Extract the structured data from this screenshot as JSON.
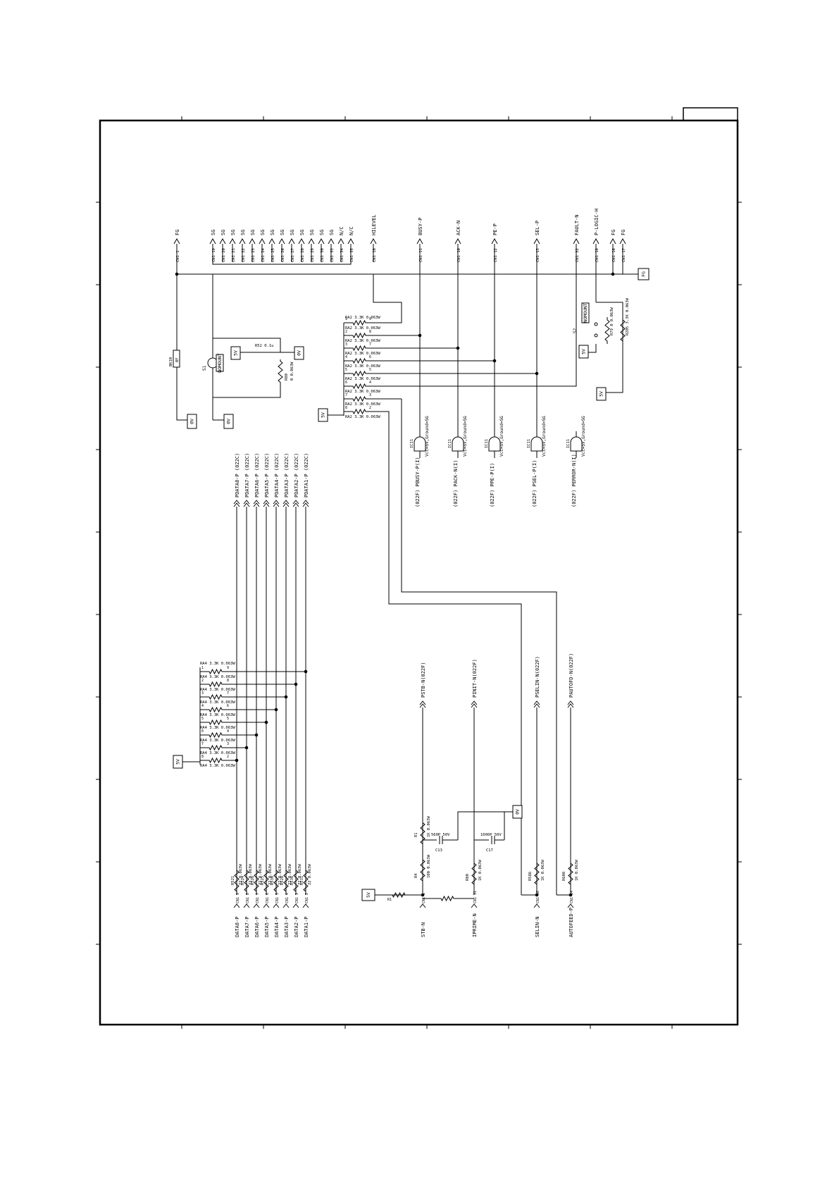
{
  "connector_top": {
    "pins": [
      {
        "pin": "CN1 1",
        "net": "FG"
      },
      {
        "pin": "CN1 19",
        "net": "SG"
      },
      {
        "pin": "CN1 20",
        "net": "SG"
      },
      {
        "pin": "CN1 21",
        "net": "SG"
      },
      {
        "pin": "CN1 22",
        "net": "SG"
      },
      {
        "pin": "CN1 23",
        "net": "SG"
      },
      {
        "pin": "CN1 24",
        "net": "SG"
      },
      {
        "pin": "CN1 25",
        "net": "SG"
      },
      {
        "pin": "CN1 26",
        "net": "SG"
      },
      {
        "pin": "CN1 27",
        "net": "SG"
      },
      {
        "pin": "CN1 28",
        "net": "SG"
      },
      {
        "pin": "CN1 29",
        "net": "SG"
      },
      {
        "pin": "CN1 30",
        "net": "SG"
      },
      {
        "pin": "CN1 33",
        "net": "SG"
      },
      {
        "pin": "CN1 34",
        "net": "N/C"
      },
      {
        "pin": "CN1 35",
        "net": "N/C"
      },
      {
        "pin": "CN1 18",
        "net": "HILEVEL"
      },
      {
        "pin": "CN1 11",
        "net": "BUSY-P"
      },
      {
        "pin": "CN1 10",
        "net": "ACK-N"
      },
      {
        "pin": "CN1 12",
        "net": "PE-P"
      },
      {
        "pin": "CN1 13",
        "net": "SEL-P"
      },
      {
        "pin": "CN1 32",
        "net": "FAULT-N"
      },
      {
        "pin": "CN1 18",
        "net": "P-LOGIC-H"
      },
      {
        "pin": "CN1 16",
        "net": "FG"
      },
      {
        "pin": "CN1 17",
        "net": "FG"
      }
    ]
  },
  "fg_tag": "FG",
  "parts": {
    "ferrite": {
      "ref": "BK10",
      "value": "BF"
    },
    "s1": {
      "ref": "S1",
      "tag": "NOMOUNT"
    },
    "r52": {
      "ref": "R52",
      "value": "0.1u"
    },
    "r80": {
      "ref": "R80",
      "value": "0 0.063W"
    },
    "s2": {
      "ref": "S2",
      "tag": "NOMOUNT"
    },
    "r79": {
      "ref": "R79",
      "value": "0 0.063W"
    },
    "r205": {
      "ref": "R205",
      "value": "3.3K 0.063W"
    },
    "c13": {
      "ref": "C13",
      "value": "560P 50V"
    },
    "c17": {
      "ref": "C17",
      "value": "1000P 50V"
    },
    "r1": {
      "ref": "R1",
      "value": "1K 0.063W"
    },
    "r4": {
      "ref": "R4",
      "value": "100 0.063W"
    },
    "r80b": {
      "ref": "R80",
      "value": "1K 0.063W"
    },
    "r586": {
      "ref": "R586",
      "value": "1K 0.063W"
    },
    "r608": {
      "ref": "R608",
      "value": "1K 0.063W"
    }
  },
  "power_tags": {
    "v5": "5V",
    "v0": "0V"
  },
  "resistor_array_top": {
    "ref": "RA2",
    "value": "3.3K 0.063W",
    "label": "RA2 3.3K 0.063W"
  },
  "resistor_array_bottom": {
    "ref": "RA4",
    "value": "3.3K 0.063W",
    "label": "RA4 3.3K 0.063W"
  },
  "data_outputs": [
    "PDATA8-P (022C)",
    "PDATA7-P (022C)",
    "PDATA6-P (022C)",
    "PDATA5-P (022C)",
    "PDATA4-P (022C)",
    "PDATA3-P (022C)",
    "PDATA2-P (022C)",
    "PDATA1-P (022C)"
  ],
  "buffers": [
    {
      "ref": "IC11",
      "signal": "(022F) PBUSY-P(I)",
      "supply": "Vcc=5V,Ground=SG"
    },
    {
      "ref": "IC11",
      "signal": "(022F) PACK-N(I)",
      "supply": "Vcc=5V,Ground=SG"
    },
    {
      "ref": "IC11",
      "signal": "(022F) PPE-P(I)",
      "supply": "Vcc=5V,Ground=SG"
    },
    {
      "ref": "IC11",
      "signal": "(022F) PSEL-P(I)",
      "supply": "Vcc=5V,Ground=SG"
    },
    {
      "ref": "IC11",
      "signal": "(022F) PERROR-N(I)",
      "supply": "Vcc=5V,Ground=SG"
    }
  ],
  "control_outputs": [
    "PSTB-N(022F)",
    "PINIT-N(022F)",
    "PSELIN-N(022F)",
    "PAUTOFD-N(022F)"
  ],
  "data_inputs": [
    {
      "pin": "CN1 9",
      "net": "DATA8-P",
      "res": "R521",
      "val": "22 0.063W"
    },
    {
      "pin": "CN1 8",
      "net": "DATA7-P",
      "res": "R524",
      "val": "22 0.063W"
    },
    {
      "pin": "CN1 7",
      "net": "DATA6-P",
      "res": "R526",
      "val": "22 0.063W"
    },
    {
      "pin": "CN1 6",
      "net": "DATA5-P",
      "res": "R525",
      "val": "22 0.063W"
    },
    {
      "pin": "CN1 5",
      "net": "DATA4-P",
      "res": "R530",
      "val": "22 0.063W"
    },
    {
      "pin": "CN1 4",
      "net": "DATA3-P",
      "res": "R528",
      "val": "22 0.063W"
    },
    {
      "pin": "CN1 3",
      "net": "DATA2-P",
      "res": "R536",
      "val": "22 0.063W"
    },
    {
      "pin": "CN1 2",
      "net": "DATA1-P",
      "res": "R531",
      "val": "22 0.063W"
    }
  ],
  "control_inputs": [
    {
      "pin": "CN1 1",
      "net": "STB-N"
    },
    {
      "pin": "CN1 31",
      "net": "IPRIME-N"
    },
    {
      "pin": "CN1 36",
      "net": "SELIN-N"
    },
    {
      "pin": "CN1 14",
      "net": "AUTOFEED-P"
    }
  ]
}
